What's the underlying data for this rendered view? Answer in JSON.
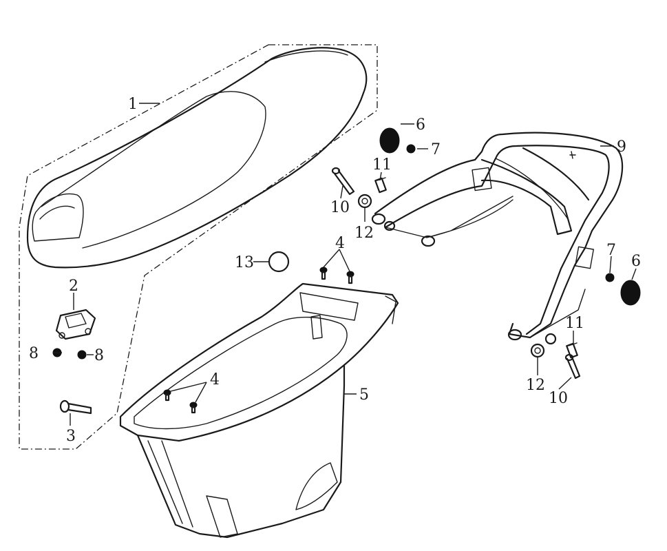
{
  "callouts": {
    "p1": "1",
    "p2": "2",
    "p3": "3",
    "p4a": "4",
    "p4b": "4",
    "p5": "5",
    "p6a": "6",
    "p6b": "6",
    "p7a": "7",
    "p7b": "7",
    "p8a": "8",
    "p8b": "8",
    "p9": "9",
    "p10a": "10",
    "p10b": "10",
    "p11a": "11",
    "p11b": "11",
    "p12a": "12",
    "p12b": "12",
    "p13": "13"
  },
  "colors": {
    "line": "#1a1a1a",
    "background": "#ffffff"
  }
}
